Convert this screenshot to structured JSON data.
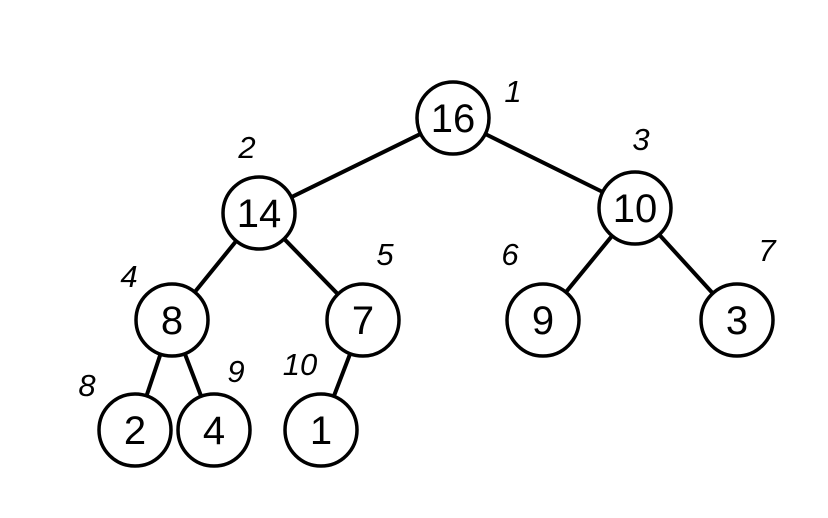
{
  "tree": {
    "nodes": [
      {
        "id": "n1",
        "value": "16",
        "index": "1"
      },
      {
        "id": "n2",
        "value": "14",
        "index": "2"
      },
      {
        "id": "n3",
        "value": "10",
        "index": "3"
      },
      {
        "id": "n4",
        "value": "8",
        "index": "4"
      },
      {
        "id": "n5",
        "value": "7",
        "index": "5"
      },
      {
        "id": "n6",
        "value": "9",
        "index": "6"
      },
      {
        "id": "n7",
        "value": "3",
        "index": "7"
      },
      {
        "id": "n8",
        "value": "2",
        "index": "8"
      },
      {
        "id": "n9",
        "value": "4",
        "index": "9"
      },
      {
        "id": "n10",
        "value": "1",
        "index": "10"
      }
    ],
    "edges": [
      [
        "n1",
        "n2"
      ],
      [
        "n1",
        "n3"
      ],
      [
        "n2",
        "n4"
      ],
      [
        "n2",
        "n5"
      ],
      [
        "n3",
        "n6"
      ],
      [
        "n3",
        "n7"
      ],
      [
        "n4",
        "n8"
      ],
      [
        "n4",
        "n9"
      ],
      [
        "n5",
        "n10"
      ]
    ]
  }
}
